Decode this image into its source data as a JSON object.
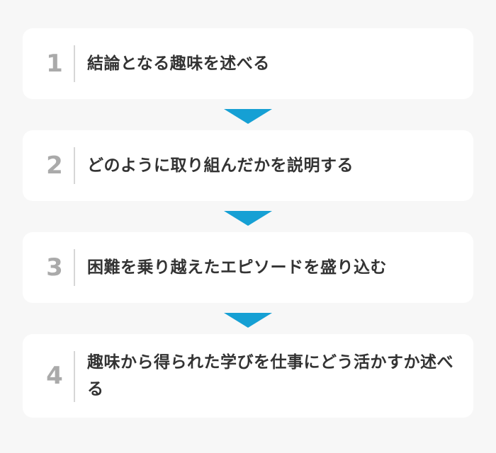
{
  "colors": {
    "background": "#f7f7f7",
    "card": "#ffffff",
    "arrow": "#16a0d4",
    "number": "#aaaaaa",
    "text": "#333333",
    "divider": "#d6d6d6"
  },
  "steps": [
    {
      "number": "1",
      "text": "結論となる趣味を述べる"
    },
    {
      "number": "2",
      "text": "どのように取り組んだかを説明する"
    },
    {
      "number": "3",
      "text": "困難を乗り越えたエピソードを盛り込む"
    },
    {
      "number": "4",
      "text": "趣味から得られた学びを仕事にどう活かすか述べる"
    }
  ],
  "connector_icon": "down-triangle-arrow"
}
